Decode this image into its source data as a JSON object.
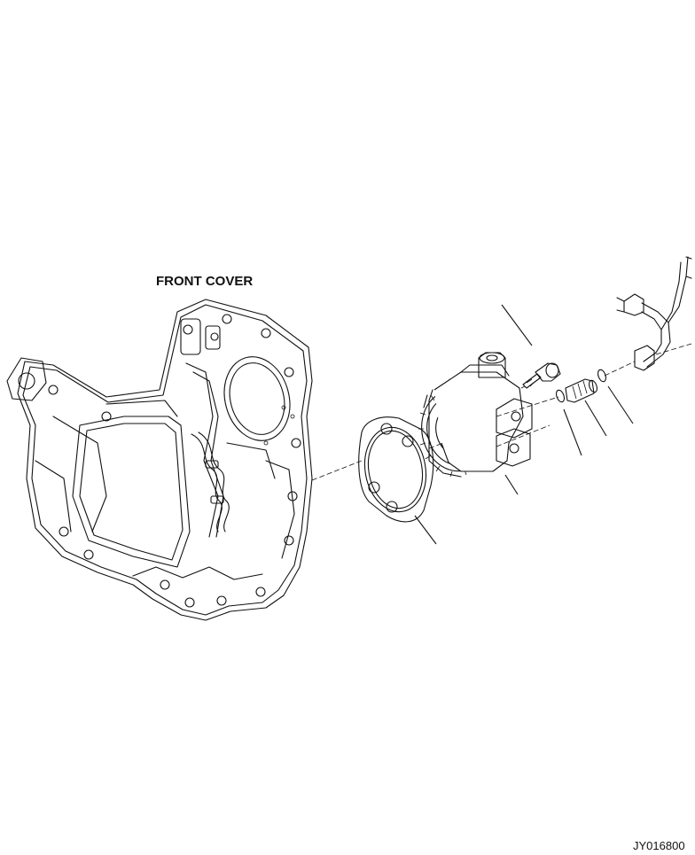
{
  "diagram": {
    "title": "FRONT COVER",
    "drawing_code": "JY016800"
  },
  "colors": {
    "line": "#111111",
    "background": "#ffffff"
  },
  "parts": [
    {
      "name": "front-cover"
    },
    {
      "name": "gasket"
    },
    {
      "name": "oil-pump"
    },
    {
      "name": "bolt"
    },
    {
      "name": "o-ring-inner"
    },
    {
      "name": "connector"
    },
    {
      "name": "o-ring-outer"
    },
    {
      "name": "tube"
    }
  ]
}
